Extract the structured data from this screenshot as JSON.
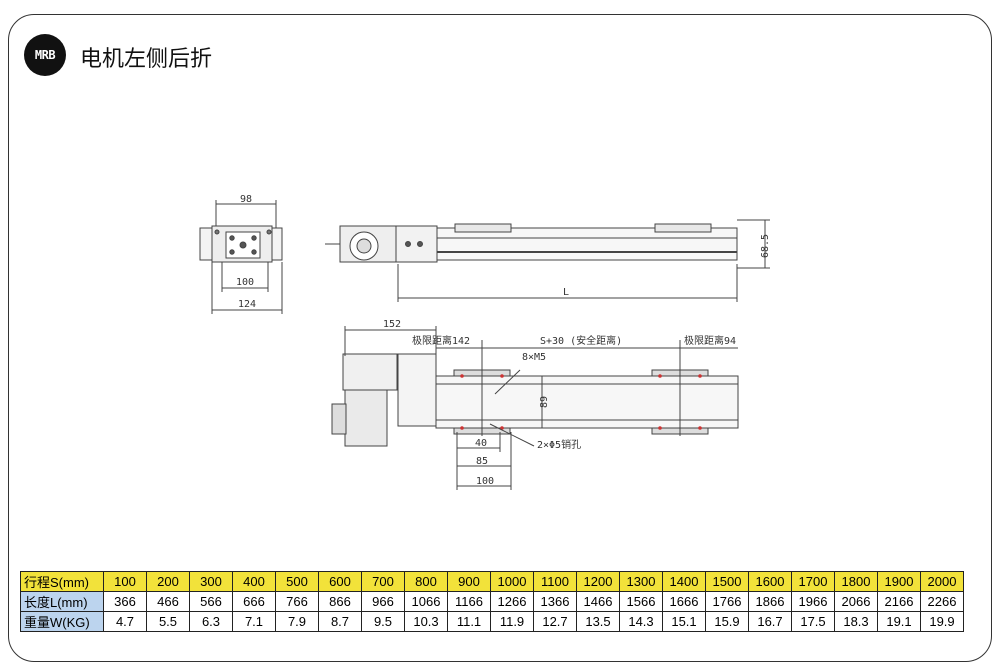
{
  "header": {
    "badge": "MRB",
    "title": "电机左侧后折"
  },
  "dimensions": {
    "d98": "98",
    "d100_top": "100",
    "d124": "124",
    "dL": "L",
    "d68_5": "68.5",
    "d152": "152",
    "limit_left": "极限距离142",
    "stroke_safe": "S+30 (安全距离)",
    "limit_right": "极限距离94",
    "holes_m5": "8×M5",
    "d89": "89",
    "d40": "40",
    "d85": "85",
    "d100_bottom": "100",
    "holes_5": "2×Φ5销孔"
  },
  "table": {
    "rows": [
      {
        "label": "行程S(mm)",
        "values": [
          "100",
          "200",
          "300",
          "400",
          "500",
          "600",
          "700",
          "800",
          "900",
          "1000",
          "1100",
          "1200",
          "1300",
          "1400",
          "1500",
          "1600",
          "1700",
          "1800",
          "1900",
          "2000"
        ]
      },
      {
        "label": "长度L(mm)",
        "values": [
          "366",
          "466",
          "566",
          "666",
          "766",
          "866",
          "966",
          "1066",
          "1166",
          "1266",
          "1366",
          "1466",
          "1566",
          "1666",
          "1766",
          "1866",
          "1966",
          "2066",
          "2166",
          "2266"
        ]
      },
      {
        "label": "重量W(KG)",
        "values": [
          "4.7",
          "5.5",
          "6.3",
          "7.1",
          "7.9",
          "8.7",
          "9.5",
          "10.3",
          "11.1",
          "11.9",
          "12.7",
          "13.5",
          "14.3",
          "15.1",
          "15.9",
          "16.7",
          "17.5",
          "18.3",
          "19.1",
          "19.9"
        ]
      }
    ]
  },
  "colors": {
    "stroke_row": "#f2e23a",
    "header_cell": "#bcd4ee"
  }
}
